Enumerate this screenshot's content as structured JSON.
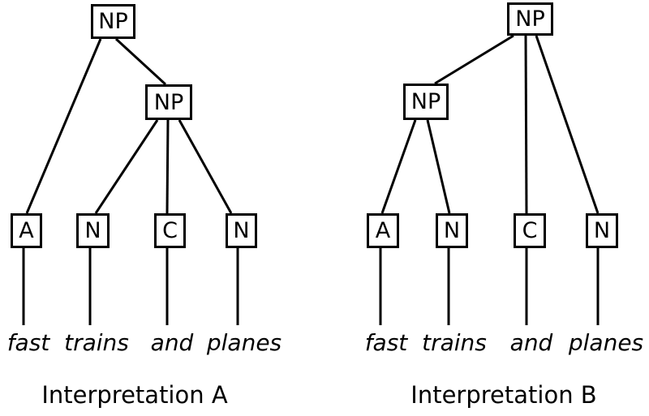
{
  "figure": {
    "background_color": "#ffffff",
    "stroke_color": "#000000",
    "phrase": "fast trains and planes"
  },
  "trees": [
    {
      "caption": "Interpretation A",
      "root": {
        "label": "NP"
      },
      "sub": {
        "label": "NP"
      },
      "leaves": [
        {
          "label": "A"
        },
        {
          "label": "N"
        },
        {
          "label": "C"
        },
        {
          "label": "N"
        }
      ],
      "words": [
        "fast",
        "trains",
        "and",
        "planes"
      ]
    },
    {
      "caption": "Interpretation B",
      "root": {
        "label": "NP"
      },
      "sub": {
        "label": "NP"
      },
      "leaves": [
        {
          "label": "A"
        },
        {
          "label": "N"
        },
        {
          "label": "C"
        },
        {
          "label": "N"
        }
      ],
      "words": [
        "fast",
        "trains",
        "and",
        "planes"
      ]
    }
  ]
}
